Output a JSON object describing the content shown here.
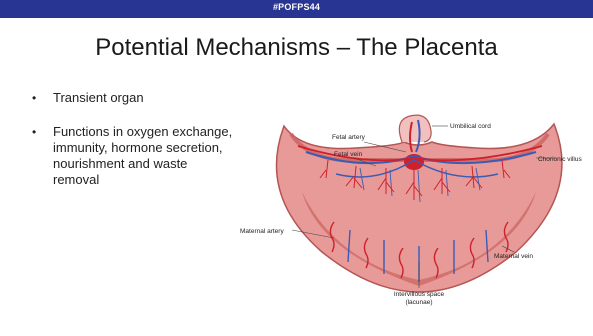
{
  "header": {
    "hashtag": "#POFPS44",
    "bar_color": "#283593"
  },
  "title": "Potential Mechanisms – The Placenta",
  "bullets": [
    "Transient organ",
    "Functions in oxygen exchange, immunity, hormone secretion, nourishment and waste removal"
  ],
  "figure": {
    "labels": {
      "fetal_artery": "Fetal artery",
      "umbilical_cord": "Umbilical cord",
      "fetal_vein": "Fetal vein",
      "chorionic_villus": "Chorionic villus",
      "maternal_artery": "Maternal artery",
      "maternal_vein": "Maternal vein",
      "intervillous_space": "Intervillous space",
      "lacunae": "(lacunae)"
    },
    "colors": {
      "tissue": "#e79a98",
      "tissue_dark": "#c9625f",
      "artery": "#d0202a",
      "vein": "#3b5bb5"
    }
  }
}
